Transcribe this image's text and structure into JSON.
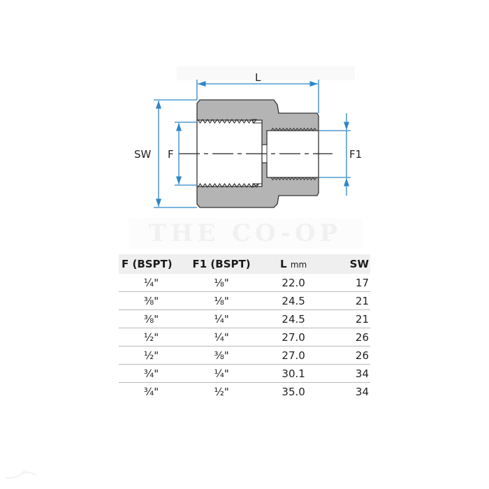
{
  "diagram": {
    "labels": {
      "length": "L",
      "spanner_width": "SW",
      "female_thread": "F",
      "female_thread_1": "F1"
    },
    "colors": {
      "dimension_line": "#2f86c8",
      "body_fill": "#b4b4b4",
      "outline": "#333333",
      "centerline": "#222222"
    }
  },
  "watermark": {
    "text": "THE CO-OP"
  },
  "table": {
    "headers": {
      "f": "F (BSPT)",
      "f1": "F1 (BSPT)",
      "l": "L",
      "l_unit": "mm",
      "sw": "SW"
    },
    "rows": [
      {
        "f": "¼\"",
        "f1": "⅛\"",
        "l": "22.0",
        "sw": "17"
      },
      {
        "f": "⅜\"",
        "f1": "⅛\"",
        "l": "24.5",
        "sw": "21"
      },
      {
        "f": "⅜\"",
        "f1": "¼\"",
        "l": "24.5",
        "sw": "21"
      },
      {
        "f": "½\"",
        "f1": "¼\"",
        "l": "27.0",
        "sw": "26"
      },
      {
        "f": "½\"",
        "f1": "⅜\"",
        "l": "27.0",
        "sw": "26"
      },
      {
        "f": "¾\"",
        "f1": "¼\"",
        "l": "30.1",
        "sw": "34"
      },
      {
        "f": "¾\"",
        "f1": "½\"",
        "l": "35.0",
        "sw": "34"
      }
    ]
  }
}
